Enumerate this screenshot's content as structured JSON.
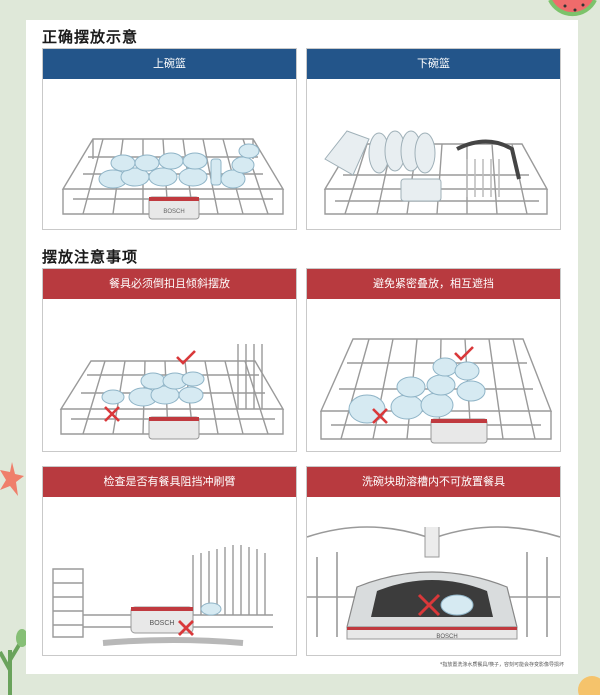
{
  "section1": {
    "title": "正确摆放示意",
    "cards": [
      {
        "header": "上碗篮"
      },
      {
        "header": "下碗篮"
      }
    ]
  },
  "section2": {
    "title": "摆放注意事项",
    "cards": [
      {
        "header": "餐具必须倒扣且倾斜摆放"
      },
      {
        "header": "避免紧密叠放，相互遮挡"
      },
      {
        "header": "检查是否有餐具阻挡冲刷臂"
      },
      {
        "header": "洗碗块助溶槽内不可放置餐具"
      }
    ]
  },
  "brand": "BOSCH",
  "footnote": "*指放置洗涤水质餐具/筷子，容刻可能会存变影像导损坏",
  "colors": {
    "blue_header": "#23558a",
    "red_header": "#b83a3f",
    "mark_x": "#d9383a",
    "mark_check": "#d9383a"
  }
}
